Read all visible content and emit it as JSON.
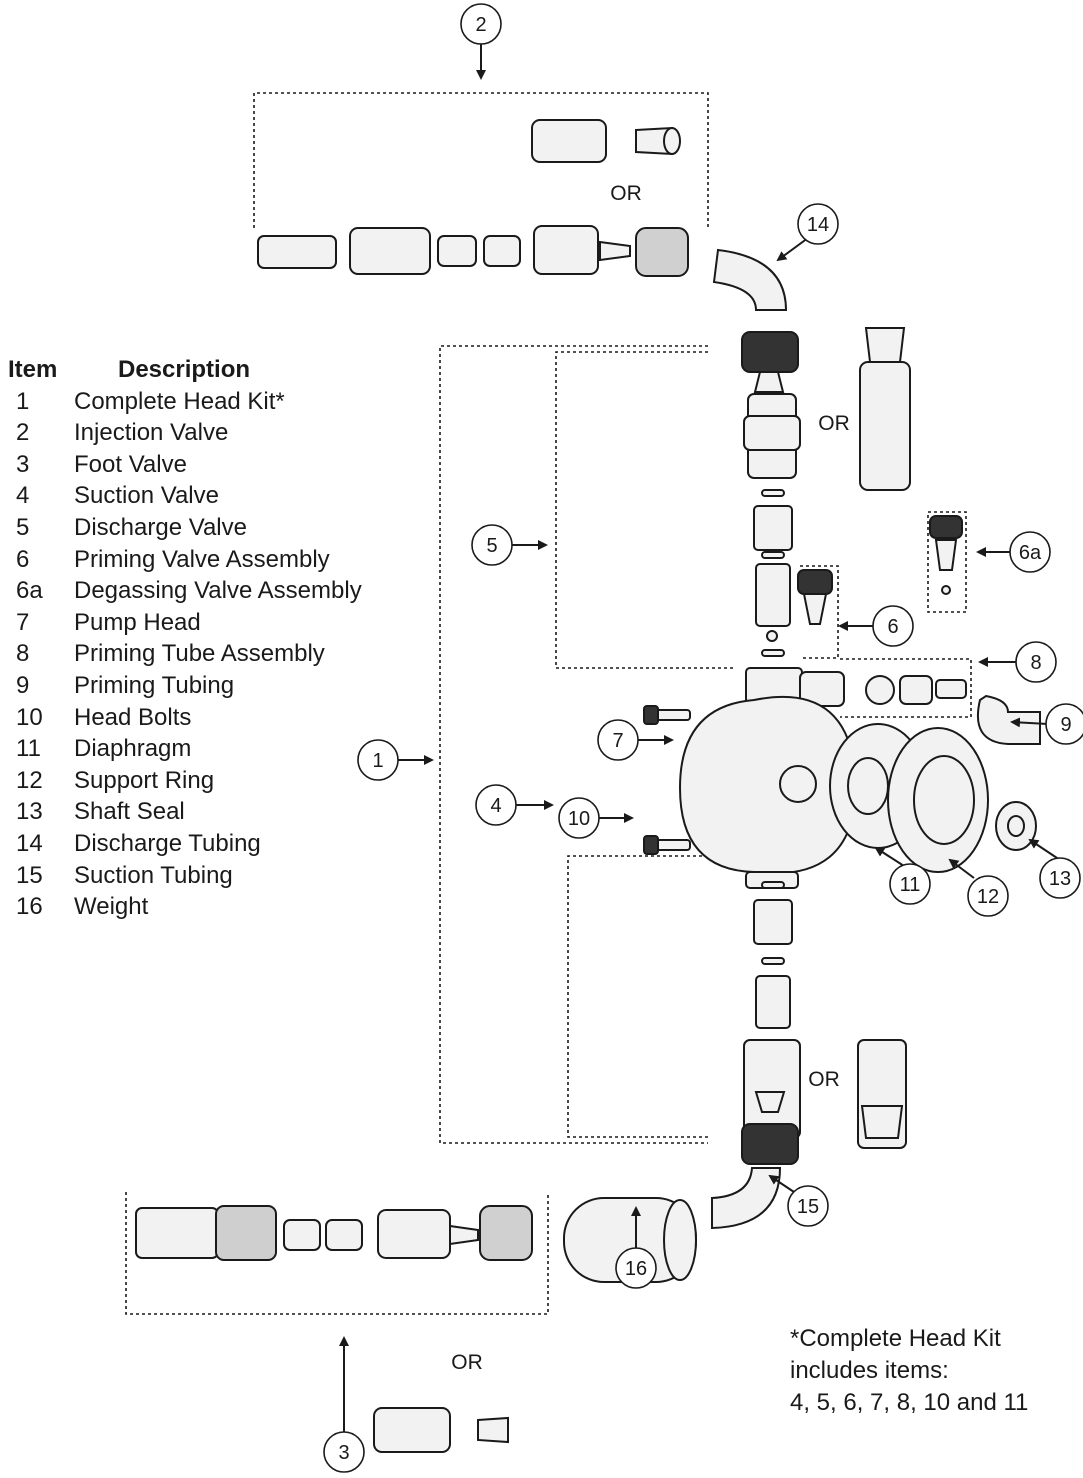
{
  "legend": {
    "header_item": "Item",
    "header_description": "Description",
    "items": [
      {
        "no": "1",
        "desc": "Complete Head Kit*"
      },
      {
        "no": "2",
        "desc": "Injection Valve"
      },
      {
        "no": "3",
        "desc": "Foot Valve"
      },
      {
        "no": "4",
        "desc": "Suction Valve"
      },
      {
        "no": "5",
        "desc": "Discharge Valve"
      },
      {
        "no": "6",
        "desc": "Priming Valve Assembly"
      },
      {
        "no": "6a",
        "desc": "Degassing Valve Assembly"
      },
      {
        "no": "7",
        "desc": "Pump Head"
      },
      {
        "no": "8",
        "desc": "Priming Tube Assembly"
      },
      {
        "no": "9",
        "desc": "Priming Tubing"
      },
      {
        "no": "10",
        "desc": "Head Bolts"
      },
      {
        "no": "11",
        "desc": "Diaphragm"
      },
      {
        "no": "12",
        "desc": "Support Ring"
      },
      {
        "no": "13",
        "desc": "Shaft Seal"
      },
      {
        "no": "14",
        "desc": "Discharge Tubing"
      },
      {
        "no": "15",
        "desc": "Suction Tubing"
      },
      {
        "no": "16",
        "desc": "Weight"
      }
    ]
  },
  "or_label": "OR",
  "callouts": [
    "1",
    "2",
    "3",
    "4",
    "5",
    "6",
    "6a",
    "7",
    "8",
    "9",
    "10",
    "11",
    "12",
    "13",
    "14",
    "15",
    "16"
  ],
  "note": {
    "line1": "*Complete Head Kit",
    "line2": "includes items:",
    "line3": "4, 5, 6, 7, 8, 10 and 11"
  },
  "colors": {
    "line": "#1a1a1a",
    "part_fill": "#f2f2f2",
    "dark_fill": "#333333"
  }
}
